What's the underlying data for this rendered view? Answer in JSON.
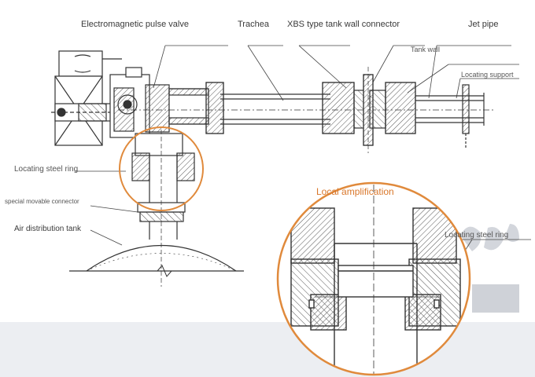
{
  "labels": {
    "valve": "Electromagnetic pulse valve",
    "trachea": "Trachea",
    "connector": "XBS type tank wall connector",
    "jet_pipe": "Jet pipe",
    "tank_wall": "Tank wall",
    "locating_support": "Locating support",
    "locating_ring": "Locating steel ring",
    "movable_connector": "special movable connector",
    "air_tank": "Air distribution tank",
    "local_amp": "Local amplification",
    "locating_ring_zoom": "Locating steel ring"
  },
  "colors": {
    "line": "#333333",
    "hatch": "#555555",
    "highlight": "#e08a3c",
    "panel": "#eceef2",
    "watermark": "#c8cbd2"
  }
}
